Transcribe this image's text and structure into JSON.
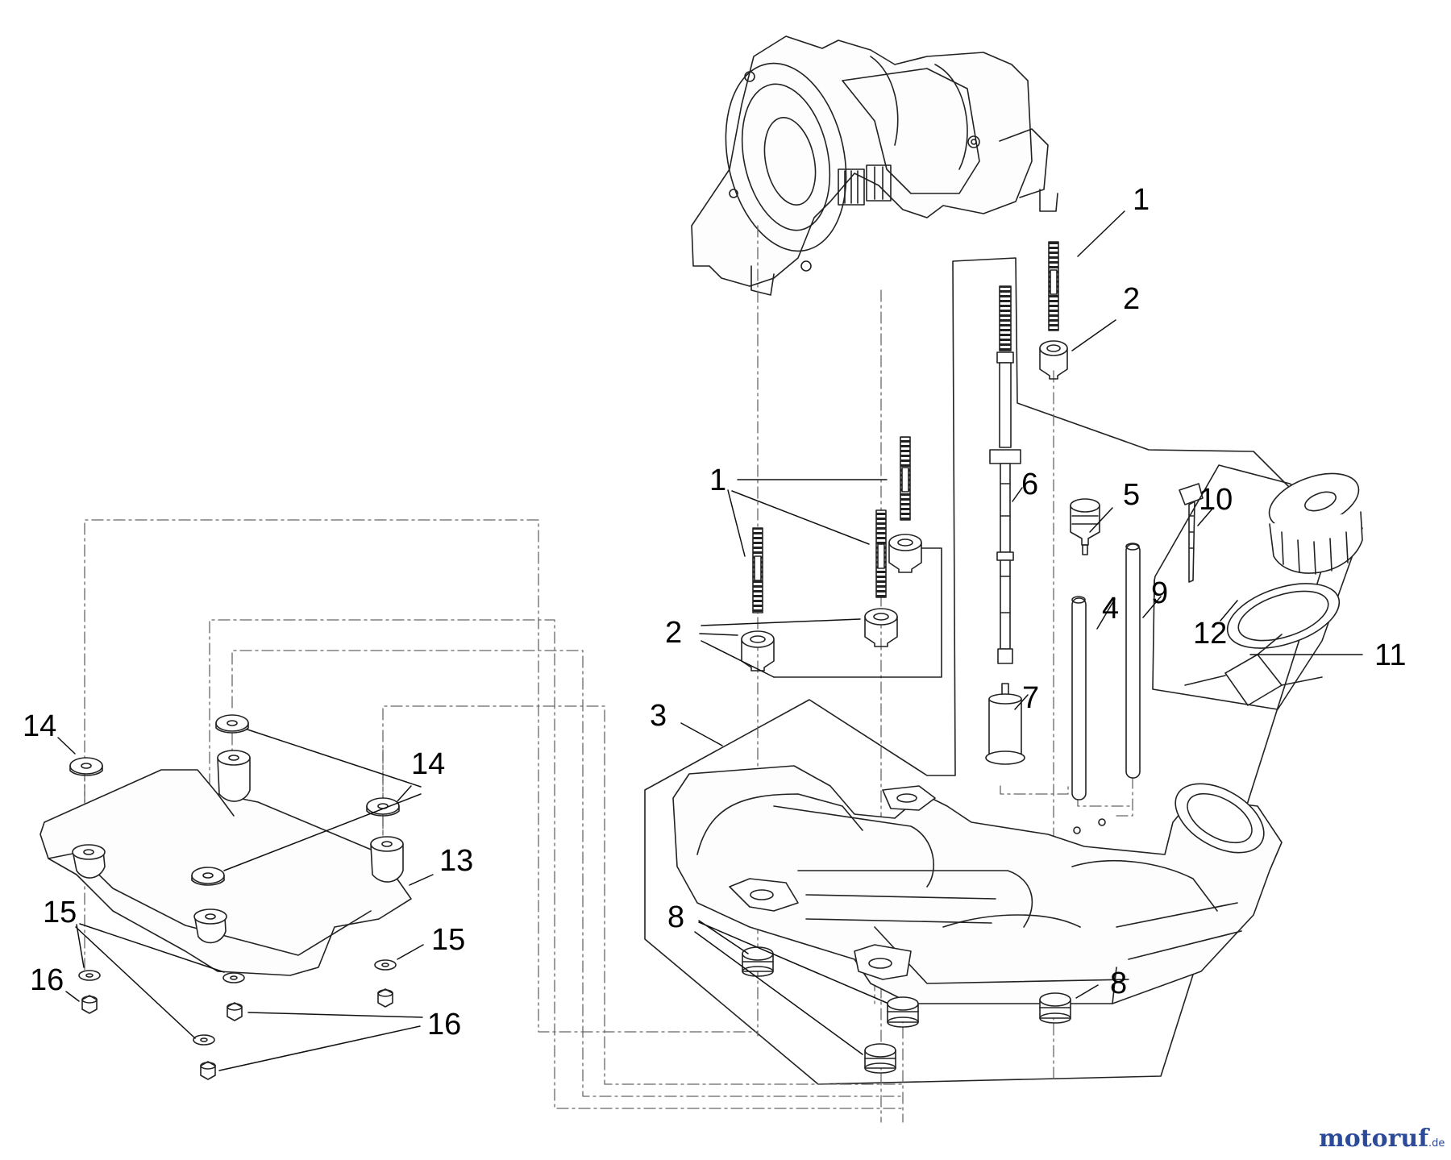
{
  "diagram": {
    "part_labels": [
      "1",
      "2",
      "3",
      "4",
      "5",
      "6",
      "7",
      "8",
      "9",
      "10",
      "11",
      "12",
      "13",
      "14",
      "15",
      "16"
    ],
    "callouts": {
      "c1a": "1",
      "c2a": "2",
      "c1b": "1",
      "c2b": "2",
      "c3": "3",
      "c4": "4",
      "c5": "5",
      "c6": "6",
      "c7": "7",
      "c8a": "8",
      "c8b": "8",
      "c9": "9",
      "c10": "10",
      "c11": "11",
      "c12": "12",
      "c13": "13",
      "c14a": "14",
      "c14b": "14",
      "c15a": "15",
      "c15b": "15",
      "c16a": "16",
      "c16b": "16"
    }
  },
  "watermark": {
    "brand_text": "motoruf",
    "suffix": ".de",
    "color_main": "#2b4a9a",
    "color_accent": "#c83a2a"
  }
}
